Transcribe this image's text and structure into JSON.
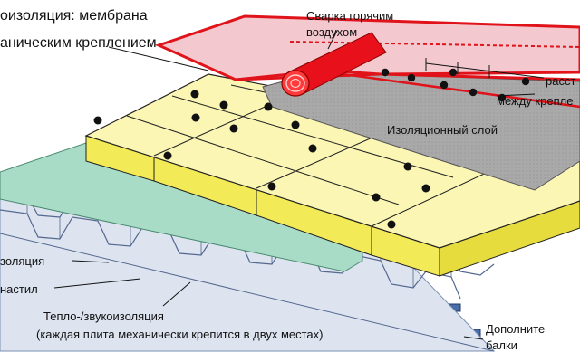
{
  "labels": {
    "membrane_line1": "оизоляция: мембрана",
    "membrane_line2": "аническим креплением",
    "welding_line1": "Сварка горячим",
    "welding_line2": "воздухом",
    "distance_line1": "расст",
    "distance_line2": "между крепле",
    "isolation_layer": "Изоляционный слой",
    "vapor_barrier": "золяция",
    "deck": "настил",
    "thermal_line1": "Тепло-/звукоизоляция",
    "thermal_line2": "(каждая плита механически крепится в двух местах)",
    "extra_beams_line1": "Дополните",
    "extra_beams_line2": "балки"
  },
  "colors": {
    "membrane": "#f3c9cf",
    "membrane_edge": "#e0131b",
    "isolation_gray": "#a9a9a9",
    "insulation_top": "#fbf6b4",
    "insulation_side": "#f2ea57",
    "vapor_green": "#a9dcc6",
    "deck_blue": "#dde4ef",
    "beam_blue": "#4a6ea8",
    "roll_red": "#e8101a"
  }
}
